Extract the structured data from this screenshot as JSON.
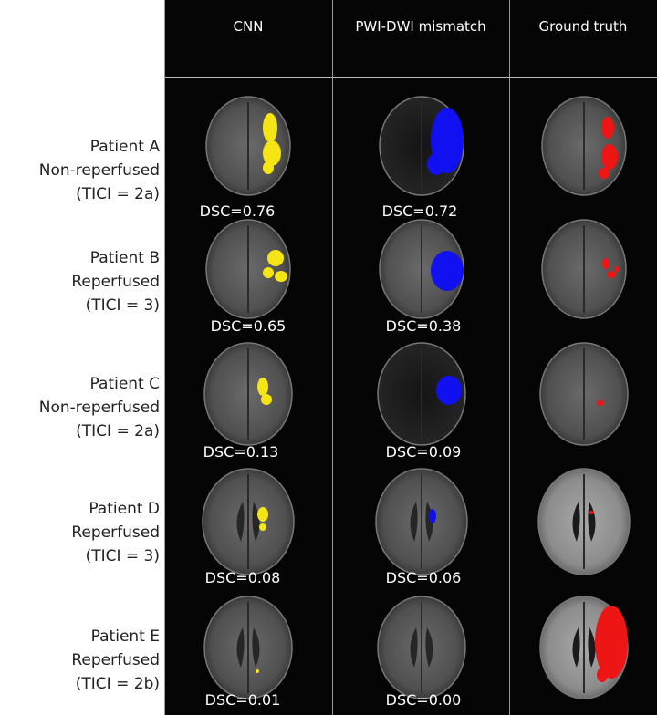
{
  "columns": [
    {
      "label": "CNN",
      "overlay_color": "#f5e416"
    },
    {
      "label": "PWI-DWI mismatch",
      "overlay_color": "#1010f0"
    },
    {
      "label": "Ground truth",
      "overlay_color": "#ee1515"
    }
  ],
  "patients": [
    {
      "name": "Patient A",
      "status": "Non-reperfused",
      "tici": "(TICI = 2a)",
      "cnn_dsc": "DSC=0.76",
      "mismatch_dsc": "DSC=0.72"
    },
    {
      "name": "Patient B",
      "status": "Reperfused",
      "tici": "(TICI = 3)",
      "cnn_dsc": "DSC=0.65",
      "mismatch_dsc": "DSC=0.38"
    },
    {
      "name": "Patient C",
      "status": "Non-reperfused",
      "tici": "(TICI = 2a)",
      "cnn_dsc": "DSC=0.13",
      "mismatch_dsc": "DSC=0.09"
    },
    {
      "name": "Patient D",
      "status": "Reperfused",
      "tici": "(TICI = 3)",
      "cnn_dsc": "DSC=0.08",
      "mismatch_dsc": "DSC=0.06"
    },
    {
      "name": "Patient E",
      "status": "Reperfused",
      "tici": "(TICI = 2b)",
      "cnn_dsc": "DSC=0.01",
      "mismatch_dsc": "DSC=0.00"
    }
  ]
}
